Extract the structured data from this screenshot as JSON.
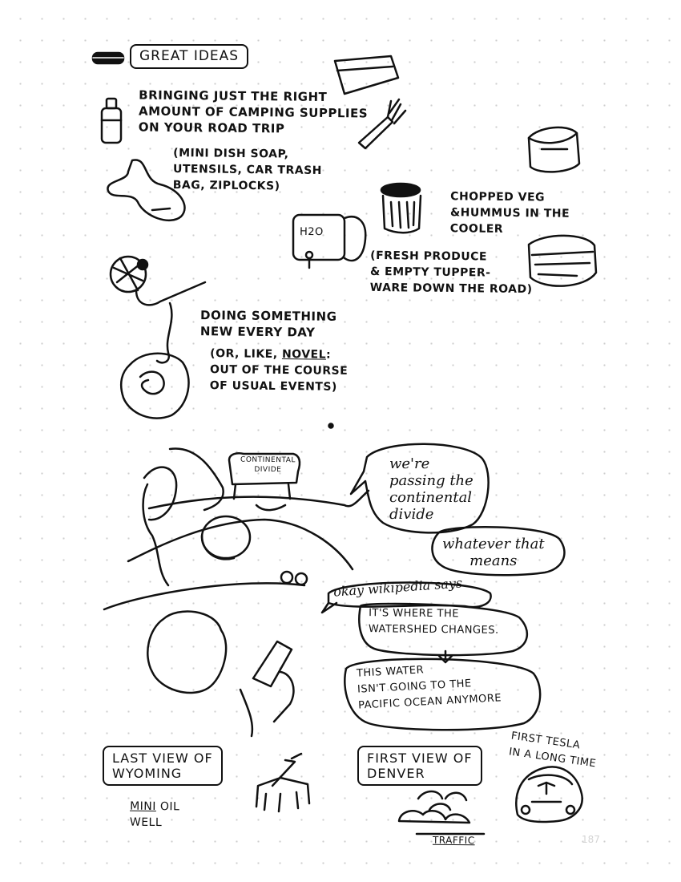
{
  "header": {
    "title": "GREAT IDEAS"
  },
  "ideas": {
    "camping_title": "BRINGING JUST THE RIGHT\nAMOUNT OF CAMPING SUPPLIES\nON YOUR ROAD TRIP",
    "camping_note": "(MINI DISH SOAP,\nUTENSILS, CAR TRASH\nBAG, ZIPLOCKS)",
    "cooler_title": "CHOPPED VEG\n&HUMMUS IN THE\nCOOLER",
    "cooler_note": "(FRESH PRODUCE\n& EMPTY TUPPER-\nWARE DOWN THE ROAD)",
    "h2o_label": "H2O",
    "novel_title": "DOING SOMETHING\nNEW EVERY DAY",
    "novel_note_a": "(OR, LIKE, ",
    "novel_note_word": "NOVEL",
    "novel_note_b": ":\nOUT OF THE COURSE\nOF USUAL EVENTS)"
  },
  "comic": {
    "sign": "CONTINENTAL\nDIVIDE",
    "bubble_1": "we're\npassing the\ncontinental\ndivide",
    "bubble_2": "whatever that\nmeans",
    "bubble_3": "okay wikipedia says",
    "bubble_3b": "IT'S WHERE THE\nWATERSHED CHANGES.",
    "bubble_4": "THIS WATER\nISN'T GOING TO THE\nPACIFIC OCEAN ANYMORE"
  },
  "bottom": {
    "wyoming": "LAST VIEW OF\nWYOMING",
    "oil_a": "MINI",
    "oil_b": " OIL\nWELL",
    "denver": "FIRST VIEW OF\nDENVER",
    "traffic": "TRAFFIC",
    "tesla": "FIRST TESLA\nIN A LONG TIME"
  },
  "page_number": "187"
}
